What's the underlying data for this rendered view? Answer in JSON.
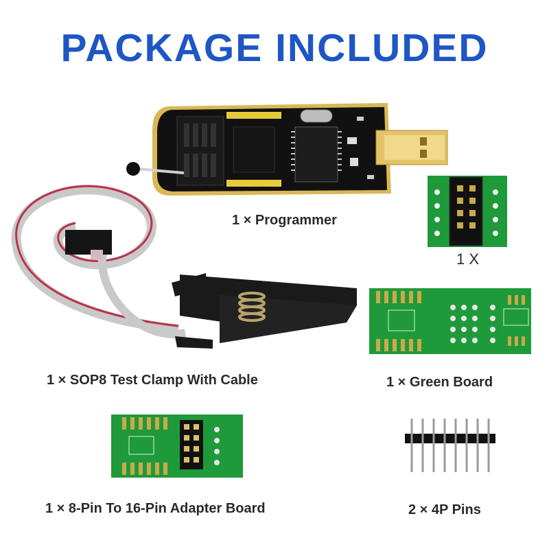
{
  "header": {
    "title": "PACKAGE INCLUDED"
  },
  "items": {
    "programmer": {
      "caption": "1 × Programmer"
    },
    "small_board": {
      "caption": "1 X"
    },
    "clamp": {
      "caption": "1 × SOP8 Test Clamp With Cable"
    },
    "green_board": {
      "caption": "1 × Green Board"
    },
    "adapter": {
      "caption": "1 × 8-Pin To 16-Pin Adapter Board"
    },
    "pins": {
      "caption": "2 × 4P Pins"
    }
  },
  "colors": {
    "title": "#1f56c6",
    "pcb_green": "#1e9a3a",
    "pcb_gold": "#d6b24a",
    "cable_red": "#b8344a",
    "cable_grey": "#c9c9c9"
  }
}
